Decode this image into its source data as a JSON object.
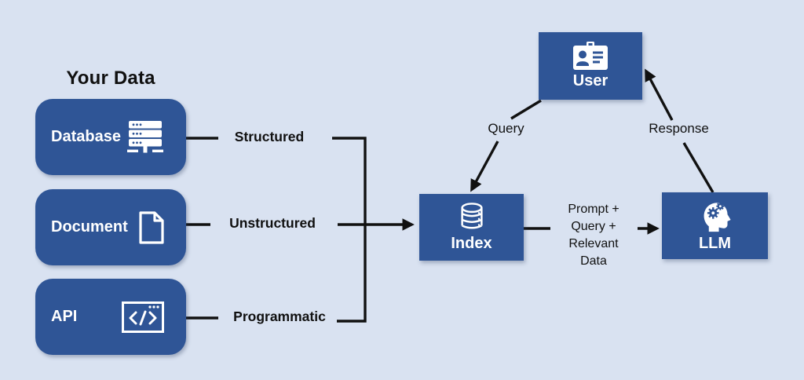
{
  "title": "Your Data",
  "colors": {
    "background": "#d9e2f1",
    "node_blue": "#2f5596",
    "line_black": "#111111",
    "label_white": "#ffffff"
  },
  "data_sources": [
    {
      "label": "Database",
      "icon": "server-icon",
      "flow_label": "Structured"
    },
    {
      "label": "Document",
      "icon": "document-icon",
      "flow_label": "Unstructured"
    },
    {
      "label": "API",
      "icon": "code-window-icon",
      "flow_label": "Programmatic"
    }
  ],
  "nodes": {
    "index": {
      "label": "Index",
      "icon": "database-cylinder-icon"
    },
    "user": {
      "label": "User",
      "icon": "id-badge-icon"
    },
    "llm": {
      "label": "LLM",
      "icon": "head-gears-icon"
    }
  },
  "edges": {
    "user_to_index": {
      "label": "Query"
    },
    "llm_to_user": {
      "label": "Response"
    },
    "index_to_llm": {
      "label": "Prompt +\nQuery +\nRelevant\nData"
    }
  }
}
